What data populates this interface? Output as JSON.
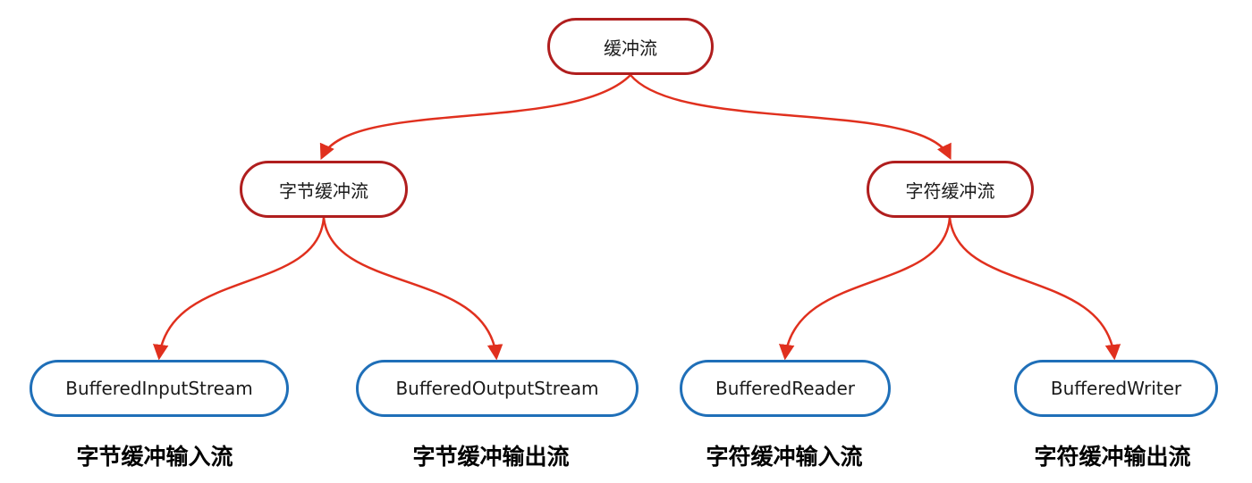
{
  "colors": {
    "category_border": "#b01e1e",
    "class_border": "#1f6fb8",
    "connector": "#e0301e"
  },
  "root": {
    "label": "缓冲流"
  },
  "categories": [
    {
      "label": "字节缓冲流"
    },
    {
      "label": "字符缓冲流"
    }
  ],
  "classes": [
    {
      "label": "BufferedInputStream",
      "caption": "字节缓冲输入流"
    },
    {
      "label": "BufferedOutputStream",
      "caption": "字节缓冲输出流"
    },
    {
      "label": "BufferedReader",
      "caption": "字符缓冲输入流"
    },
    {
      "label": "BufferedWriter",
      "caption": "字符缓冲输出流"
    }
  ],
  "edges": [
    {
      "from": "缓冲流",
      "to": "字节缓冲流"
    },
    {
      "from": "缓冲流",
      "to": "字符缓冲流"
    },
    {
      "from": "字节缓冲流",
      "to": "BufferedInputStream"
    },
    {
      "from": "字节缓冲流",
      "to": "BufferedOutputStream"
    },
    {
      "from": "字符缓冲流",
      "to": "BufferedReader"
    },
    {
      "from": "字符缓冲流",
      "to": "BufferedWriter"
    }
  ]
}
